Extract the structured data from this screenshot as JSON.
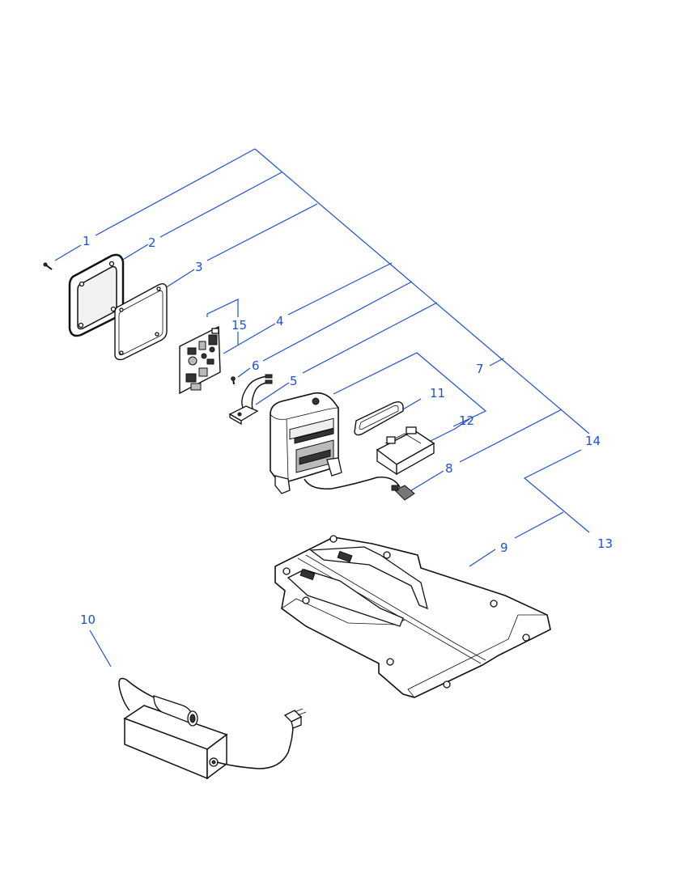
{
  "callouts": [
    {
      "id": "1",
      "label": "1"
    },
    {
      "id": "2",
      "label": "2"
    },
    {
      "id": "3",
      "label": "3"
    },
    {
      "id": "4",
      "label": "4"
    },
    {
      "id": "5",
      "label": "5"
    },
    {
      "id": "6",
      "label": "6"
    },
    {
      "id": "7",
      "label": "7"
    },
    {
      "id": "8",
      "label": "8"
    },
    {
      "id": "9",
      "label": "9"
    },
    {
      "id": "10",
      "label": "10"
    },
    {
      "id": "11",
      "label": "11"
    },
    {
      "id": "12",
      "label": "12"
    },
    {
      "id": "13",
      "label": "13"
    },
    {
      "id": "14",
      "label": "14"
    },
    {
      "id": "15",
      "label": "15"
    }
  ],
  "colors": {
    "leader": "#1f4fd6",
    "outline": "#111111"
  }
}
